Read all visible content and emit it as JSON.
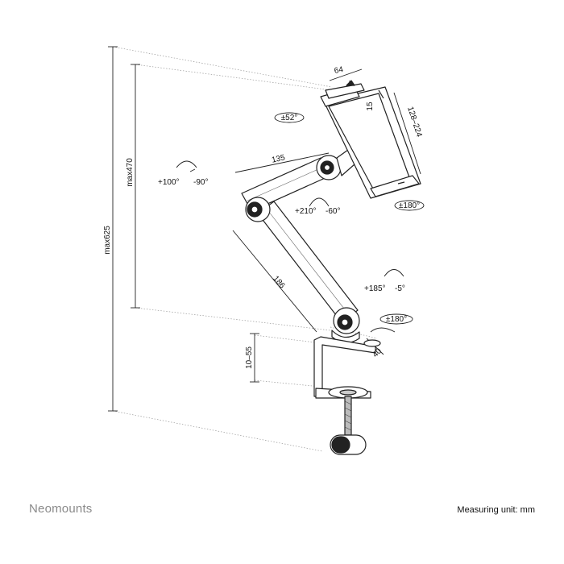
{
  "brand": "Neomounts",
  "unit_note": "Measuring unit: mm",
  "dimensions": {
    "max_height_total": "max625",
    "max_height_arm": "max470",
    "lower_arm": "186",
    "upper_arm": "135",
    "clamp_range": "10–55",
    "base_depth": "40",
    "holder_width": "64",
    "holder_offset": "15",
    "holder_range": "128–224"
  },
  "angles": {
    "tilt": "±52°",
    "upper_joint_up": "+100°",
    "upper_joint_down": "-90°",
    "middle_joint_up": "+210°",
    "middle_joint_down": "-60°",
    "holder_rotation": "±180°",
    "base_joint_up": "+185°",
    "base_joint_down": "-5°",
    "base_rotation": "±180°"
  }
}
